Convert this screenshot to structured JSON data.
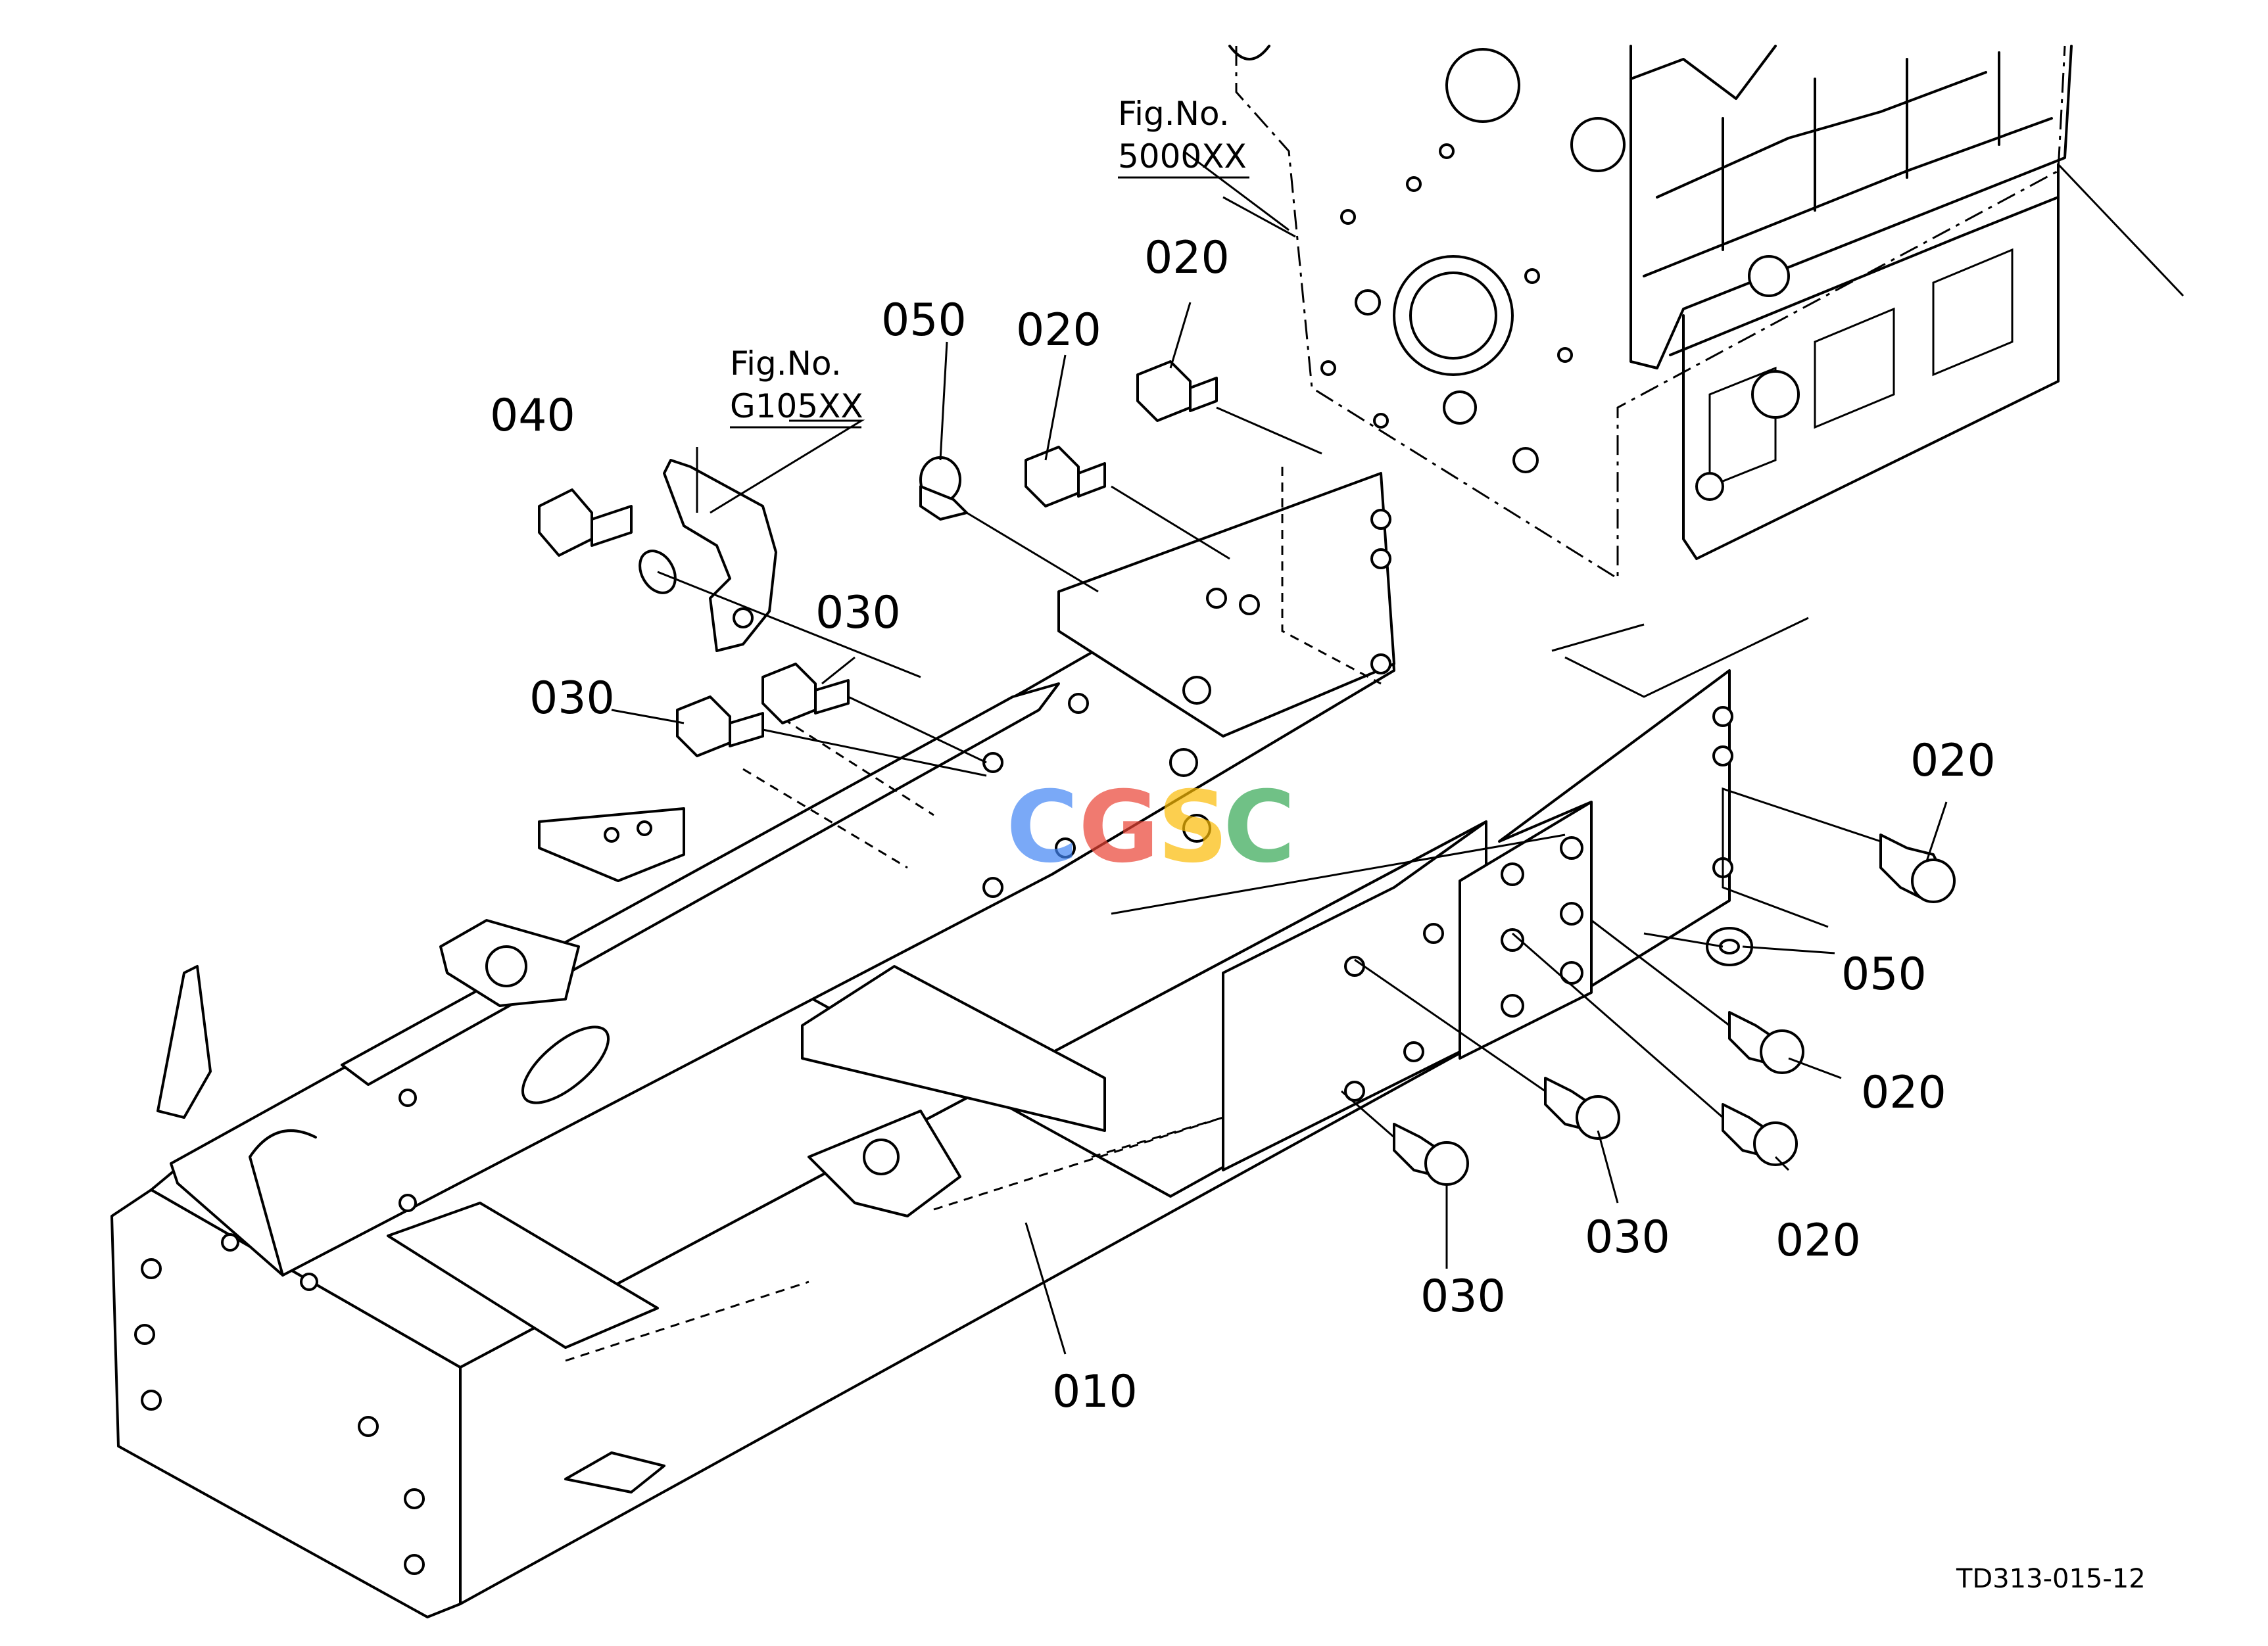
{
  "diagram": {
    "figure_refs": [
      {
        "line1": "Fig.No.",
        "line2": "5000XX"
      },
      {
        "line1": "Fig.No.",
        "line2": "G105XX"
      }
    ],
    "callouts": [
      {
        "id": "c040",
        "text": "040"
      },
      {
        "id": "c050a",
        "text": "050"
      },
      {
        "id": "c020a",
        "text": "020"
      },
      {
        "id": "c020b",
        "text": "020"
      },
      {
        "id": "c030a",
        "text": "030"
      },
      {
        "id": "c030b",
        "text": "030"
      },
      {
        "id": "c020c",
        "text": "020"
      },
      {
        "id": "c050b",
        "text": "050"
      },
      {
        "id": "c020d",
        "text": "020"
      },
      {
        "id": "c020e",
        "text": "020"
      },
      {
        "id": "c030c",
        "text": "030"
      },
      {
        "id": "c030d",
        "text": "030"
      },
      {
        "id": "c010",
        "text": "010"
      }
    ],
    "drawing_code": "TD313-015-12",
    "watermark": {
      "letters": [
        "C",
        "G",
        "S",
        "C"
      ],
      "colors": [
        "#4285F4",
        "#EA4335",
        "#FBBC05",
        "#34A853"
      ]
    }
  }
}
